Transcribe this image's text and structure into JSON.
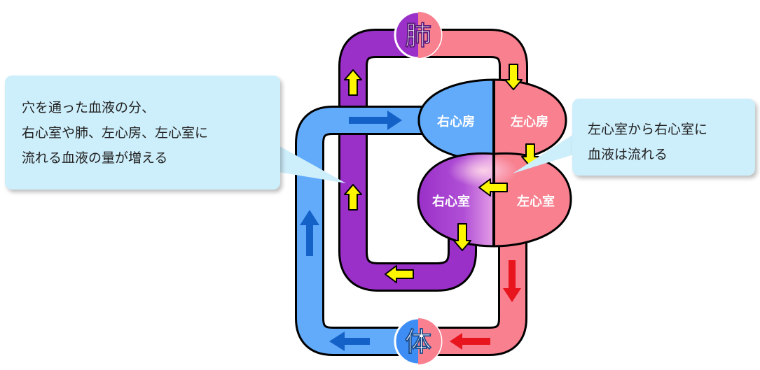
{
  "callouts": {
    "left": {
      "lines": [
        "穴を通った血液の分、",
        "右心室や肺、左心房、左心室に",
        "流れる血液の量が増える"
      ]
    },
    "right": {
      "lines": [
        "左心室から右心室に",
        "血液は流れる"
      ]
    }
  },
  "organs": {
    "lung": "肺",
    "body": "体"
  },
  "chambers": {
    "right_atrium": "右心房",
    "left_atrium": "左心房",
    "right_ventricle": "右心室",
    "left_ventricle": "左心室"
  },
  "colors": {
    "oxygenated": "#f8808f",
    "deoxygenated": "#62abfb",
    "mixed": "#9a30c8",
    "arrow_yellow": "#fdf600",
    "arrow_red": "#e8141e",
    "arrow_blue": "#1462c8",
    "callout_bg": "#cdeefb"
  }
}
